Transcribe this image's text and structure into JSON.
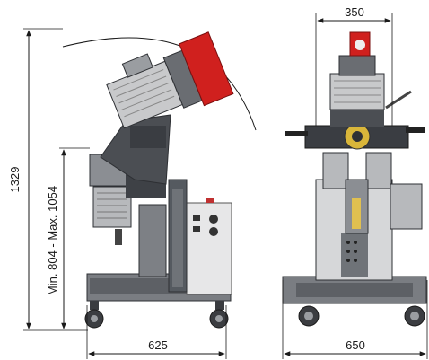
{
  "dimensions": {
    "total_height": "1329",
    "working_height": "Min. 804 - Max. 1054",
    "side_depth": "625",
    "front_width": "650",
    "motor_width": "350"
  },
  "colors": {
    "machine_gray": "#6f7378",
    "dark": "#2e3034",
    "red": "#d0201e",
    "light_gray": "#c8c9cb",
    "cabinet": "#e7e7e8"
  }
}
